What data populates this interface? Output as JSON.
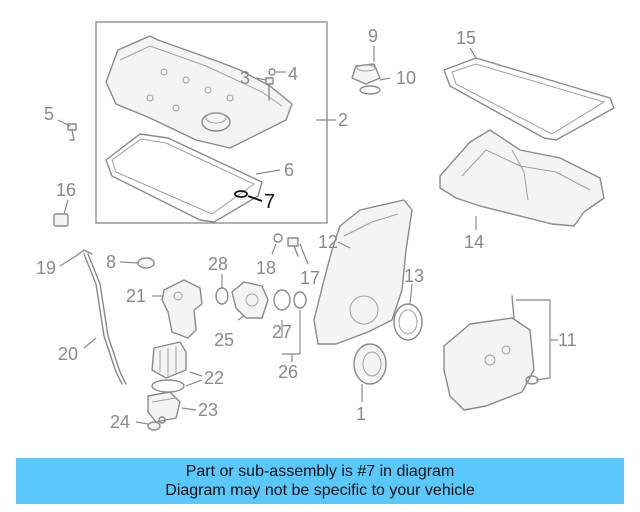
{
  "callouts": {
    "c1": "1",
    "c2": "2",
    "c3": "3",
    "c4": "4",
    "c5": "5",
    "c6": "6",
    "c7": "7",
    "c8": "8",
    "c9": "9",
    "c10": "10",
    "c11": "11",
    "c12": "12",
    "c13": "13",
    "c14": "14",
    "c15": "15",
    "c16": "16",
    "c17": "17",
    "c18": "18",
    "c19": "19",
    "c20": "20",
    "c21": "21",
    "c22": "22",
    "c23": "23",
    "c24": "24",
    "c25": "25",
    "c26": "26",
    "c27": "27",
    "c28": "28"
  },
  "highlighted_part": "7",
  "colors": {
    "banner": "#5ac8fa",
    "part_lines": "#8a8a8a",
    "highlight": "#111111"
  },
  "banner": {
    "line1": "Part or sub-assembly is #7 in diagram",
    "line2": "Diagram may not be specific to your vehicle"
  }
}
